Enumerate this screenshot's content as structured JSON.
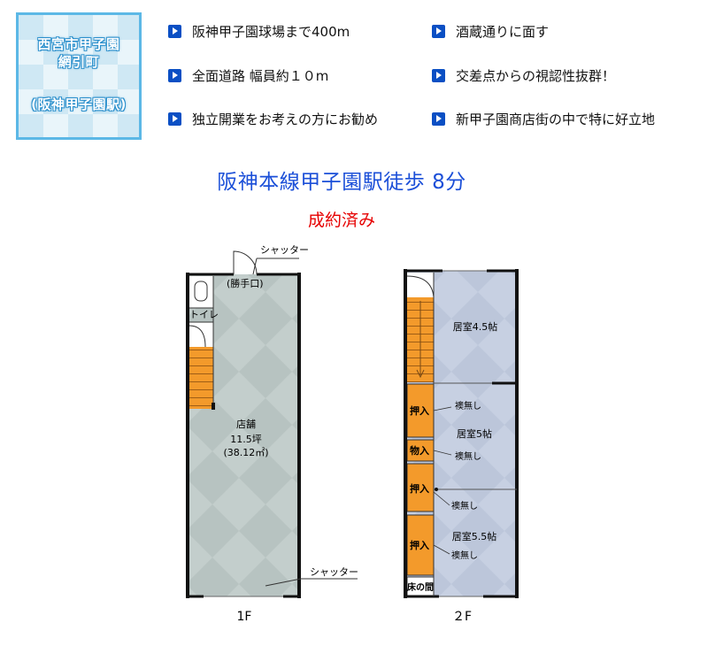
{
  "badge": {
    "line1": "西宮市甲子園",
    "line2": "網引町",
    "line3": "(阪神甲子園駅)"
  },
  "features": [
    {
      "text": "阪神甲子園球場まで400m"
    },
    {
      "text": "酒蔵通りに面す"
    },
    {
      "text": "全面道路 幅員約１０m"
    },
    {
      "text": "交差点からの視認性抜群！"
    },
    {
      "text": "独立開業をお考えの方にお勧め"
    },
    {
      "text": "新甲子園商店街の中で特に好立地"
    }
  ],
  "headline": "阪神本線甲子園駅徒歩 8分",
  "status": "成約済み",
  "floor1": {
    "label": "1F",
    "shutter_top": "シャッター",
    "kitchen_door": "(勝手口)",
    "toilet": "トイレ",
    "shop": "店舗",
    "area_tsubo": "11.5坪",
    "area_m2": "(38.12㎡)",
    "shutter_bottom": "シャッター"
  },
  "floor2": {
    "label": "２F",
    "room1": "居室4.5帖",
    "room2": "居室5帖",
    "room3": "居室5.5帖",
    "fusuma1": "襖無し",
    "fusuma2": "襖無し",
    "fusuma3": "襖無し",
    "fusuma4": "襖無し",
    "oshiire1": "押入",
    "storage": "物入",
    "oshiire2": "押入",
    "oshiire3": "押入",
    "tokonoma": "床の間"
  },
  "colors": {
    "accent_blue": "#1b4fd8",
    "sold_red": "#e60000",
    "stair_orange": "#f39a2b"
  }
}
